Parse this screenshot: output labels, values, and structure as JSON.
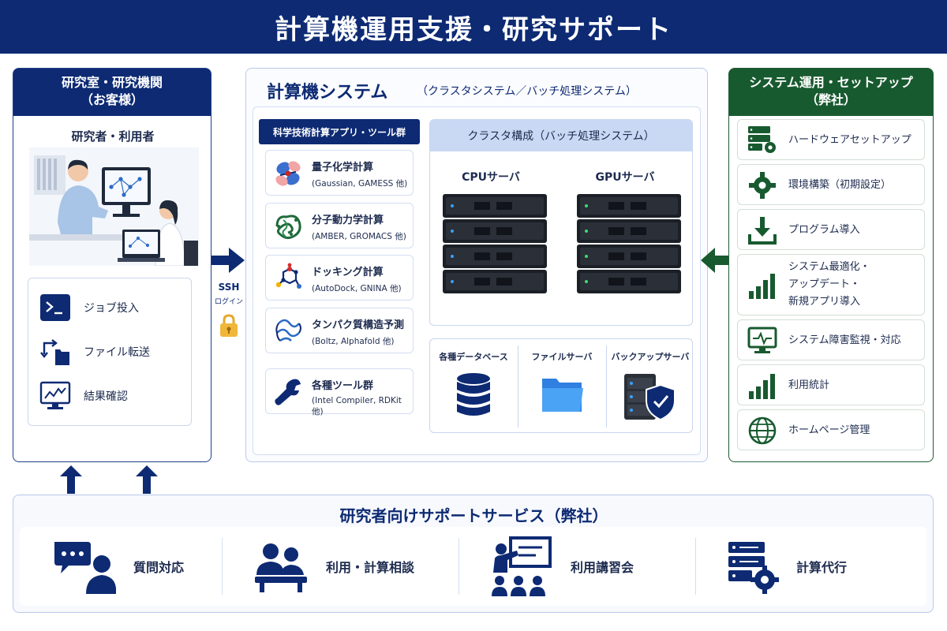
{
  "header": {
    "title": "計算機運用支援・研究サポート"
  },
  "left_panel": {
    "title_line1": "研究室・研究機関",
    "title_line2": "（お客様）",
    "users_title": "研究者・利用者",
    "actions": [
      {
        "label": "ジョブ投入",
        "icon": "terminal-icon"
      },
      {
        "label": "ファイル転送",
        "icon": "file-transfer-icon"
      },
      {
        "label": "結果確認",
        "icon": "monitor-chart-icon"
      }
    ]
  },
  "ssh": {
    "label": "SSH",
    "sub": "ログイン"
  },
  "center_panel": {
    "title": "計算機システム",
    "subtitle": "（クラスタシステム／バッチ処理システム）",
    "apps_title": "科学技術計算アプリ・ツール群",
    "apps": [
      {
        "name": "量子化学計算",
        "detail": "(Gaussian, GAMESS 他)",
        "icon": "orbital-icon"
      },
      {
        "name": "分子動力学計算",
        "detail": "(AMBER, GROMACS 他)",
        "icon": "protein-fold-icon"
      },
      {
        "name": "ドッキング計算",
        "detail": "(AutoDock, GNINA 他)",
        "icon": "molecule-icon"
      },
      {
        "name": "タンパク質構造予測",
        "detail": "(Boltz, Alphafold 他)",
        "icon": "protein-structure-icon"
      },
      {
        "name": "各種ツール群",
        "detail": "(Intel Compiler, RDKit 他)",
        "icon": "wrench-icon"
      }
    ],
    "cluster_title": "クラスタ構成（バッチ処理システム）",
    "cpu_label": "CPUサーバ",
    "gpu_label": "GPUサーバ",
    "storage": [
      {
        "label": "各種データベース",
        "icon": "database-icon"
      },
      {
        "label": "ファイルサーバ",
        "icon": "folder-icon"
      },
      {
        "label": "バックアップサーバ",
        "icon": "backup-shield-icon"
      }
    ]
  },
  "right_panel": {
    "title_line1": "システム運用・セットアップ",
    "title_line2": "（弊社）",
    "items": [
      {
        "lines": [
          "ハードウェアセットアップ"
        ],
        "icon": "server-gear-icon"
      },
      {
        "lines": [
          "環境構築（初期設定）"
        ],
        "icon": "gear-icon"
      },
      {
        "lines": [
          "プログラム導入"
        ],
        "icon": "download-icon"
      },
      {
        "lines": [
          "システム最適化・",
          "アップデート・",
          "新規アプリ導入"
        ],
        "icon": "bar-chart-icon"
      },
      {
        "lines": [
          "システム障害監視・対応"
        ],
        "icon": "monitor-pulse-icon"
      },
      {
        "lines": [
          "利用統計"
        ],
        "icon": "bar-chart-icon"
      },
      {
        "lines": [
          "ホームページ管理"
        ],
        "icon": "globe-icon"
      }
    ]
  },
  "bottom_panel": {
    "title": "研究者向けサポートサービス（弊社）",
    "services": [
      {
        "label": "質問対応",
        "icon": "chat-user-icon"
      },
      {
        "label": "利用・計算相談",
        "icon": "consultation-icon"
      },
      {
        "label": "利用講習会",
        "icon": "lecture-icon"
      },
      {
        "label": "計算代行",
        "icon": "server-gear-icon"
      }
    ]
  },
  "colors": {
    "navy": "#0d2a73",
    "green": "#185a2f",
    "light_blue": "#c9d8f3"
  }
}
